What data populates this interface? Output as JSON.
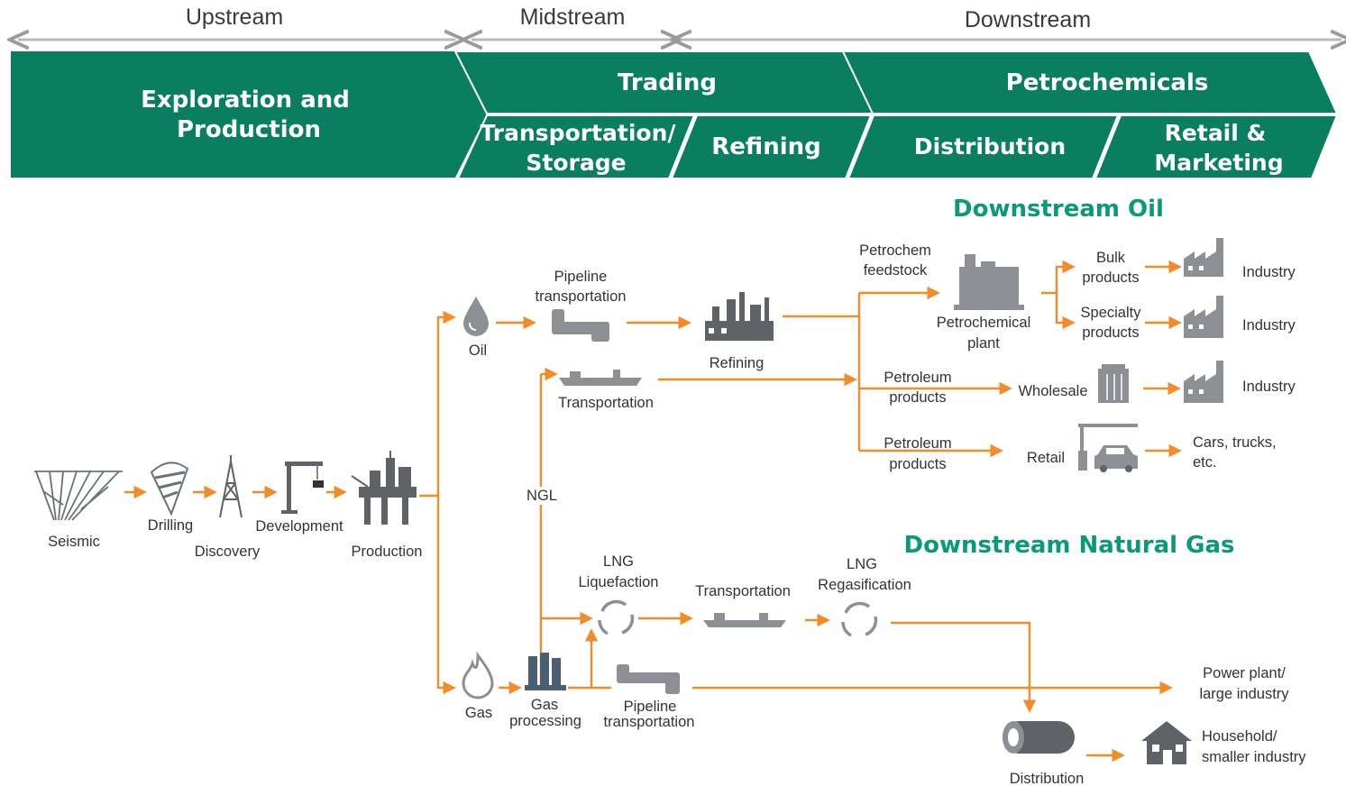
{
  "stages": {
    "upstream": "Upstream",
    "midstream": "Midstream",
    "downstream": "Downstream"
  },
  "bands": {
    "exploration_line1": "Exploration and",
    "exploration_line2": "Production",
    "trading": "Trading",
    "petrochemicals": "Petrochemicals",
    "transport_line1": "Transportation/",
    "transport_line2": "Storage",
    "refining": "Refining",
    "distribution": "Distribution",
    "retail_line1": "Retail &",
    "retail_line2": "Marketing"
  },
  "sections": {
    "oil": "Downstream Oil",
    "gas": "Downstream Natural Gas"
  },
  "labels": {
    "seismic": "Seismic",
    "drilling": "Drilling",
    "discovery": "Discovery",
    "development": "Development",
    "production": "Production",
    "oil": "Oil",
    "gas": "Gas",
    "ngl": "NGL",
    "pipeline_line1": "Pipeline",
    "pipeline_line2": "transportation",
    "transportation": "Transportation",
    "refining": "Refining",
    "petrochem_feedstock_line1": "Petrochem",
    "petrochem_feedstock_line2": "feedstock",
    "petrochemical_plant_line1": "Petrochemical",
    "petrochemical_plant_line2": "plant",
    "bulk_line1": "Bulk",
    "bulk_line2": "products",
    "specialty_line1": "Specialty",
    "specialty_line2": "products",
    "industry": "Industry",
    "petroleum_line1": "Petroleum",
    "petroleum_line2": "products",
    "wholesale": "Wholesale",
    "retail": "Retail",
    "cars_line1": "Cars, trucks,",
    "cars_line2": "etc.",
    "lng": "LNG",
    "liquefaction": "Liquefaction",
    "regasification": "Regasification",
    "gas_processing_line1": "Gas",
    "gas_processing_line2": "processing",
    "gas_pipeline_line1": "Pipeline",
    "gas_pipeline_line2": "transportation",
    "power_line1": "Power plant/",
    "power_line2": "large industry",
    "distribution": "Distribution",
    "household_line1": "Household/",
    "household_line2": "smaller industry"
  },
  "colors": {
    "band_green": "#0a7f5f",
    "accent_teal": "#0a9a78",
    "arrow_orange": "#f28c28",
    "icon_grey": "#8c8f93"
  }
}
